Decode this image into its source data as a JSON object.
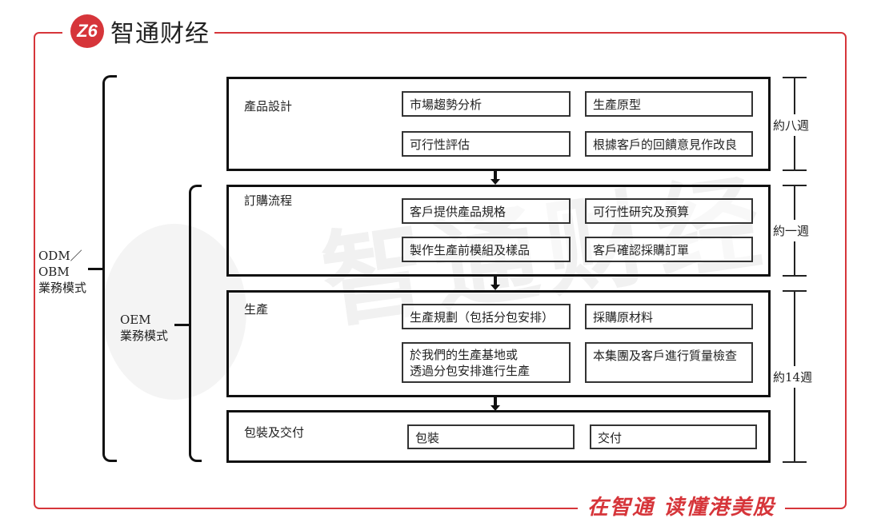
{
  "header": {
    "logo_text": "智通财经",
    "logo_mark": "Z6"
  },
  "footer": {
    "slogan": "在智通 读懂港美股"
  },
  "watermark": {
    "text": "智通财经"
  },
  "left_labels": {
    "odm": "ODM／\nOBM\n業務模式",
    "oem": "OEM\n業務模式"
  },
  "stages": [
    {
      "label": "產品設計",
      "items": [
        "市場趨勢分析",
        "生產原型",
        "可行性評估",
        "根據客戶的回饋意見作改良"
      ]
    },
    {
      "label": "訂購流程",
      "items": [
        "客戶提供產品規格",
        "可行性研究及預算",
        "製作生產前模組及樣品",
        "客戶確認採購訂單"
      ]
    },
    {
      "label": "生產",
      "items": [
        "生產規劃（包括分包安排）",
        "採購原材料",
        "於我們的生產基地或\n透過分包安排進行生產",
        "本集團及客戶進行質量檢查"
      ]
    },
    {
      "label": "包裝及交付",
      "items": [
        "包裝",
        "交付"
      ]
    }
  ],
  "durations": [
    "約八週",
    "約一週",
    "約14週"
  ],
  "colors": {
    "brand_red": "#d6353a"
  }
}
